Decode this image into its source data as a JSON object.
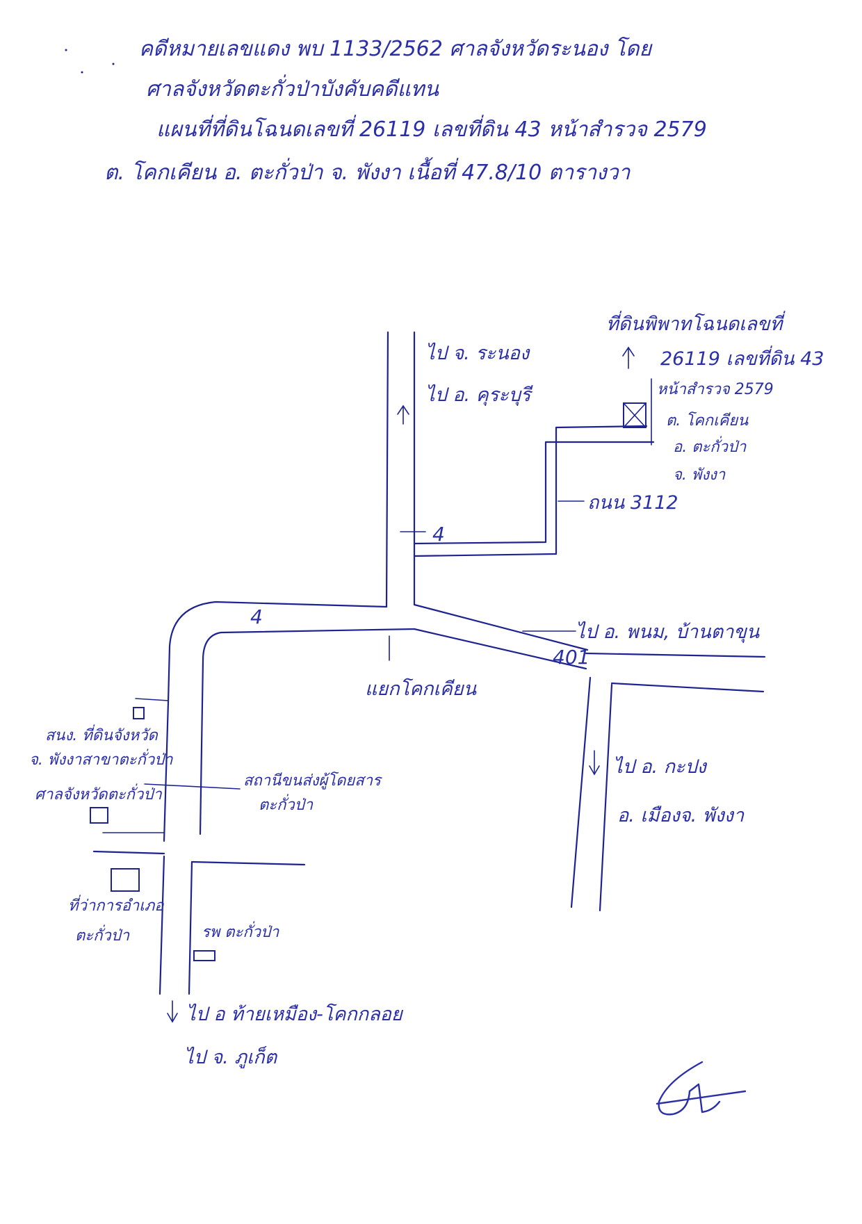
{
  "header": {
    "line1": "คดีหมายเลขแดง พบ 1133/2562 ศาลจังหวัดระนอง โดย",
    "line2": "ศาลจังหวัดตะกั่วป่าบังคับคดีแทน",
    "line3": "แผนที่ที่ดินโฉนดเลขที่ 26119 เลขที่ดิน 43 หน้าสำรวจ 2579",
    "line4": "ต. โคกเคียน อ. ตะกั่วป่า จ. พังงา เนื้อที่ 47.8/10 ตารางวา"
  },
  "map": {
    "north_label_1": "ไป จ. ระนอง",
    "north_label_2": "ไป อ. คุระบุรี",
    "target_1": "ที่ดินพิพาทโฉนดเลขที่",
    "target_2": "26119 เลขที่ดิน 43",
    "target_3": "หน้าสำรวจ 2579",
    "target_4": "ต. โคกเคียน",
    "target_5": "อ. ตะกั่วป่า",
    "target_6": "จ. พังงา",
    "road_3112": "ถนน 3112",
    "road_4_north": "4",
    "road_4_west": "4",
    "road_401": "401",
    "east_label": "ไป อ. พนม, บ้านตาขุน",
    "junction": "แยกโคกเคียน",
    "south_east_1": "ไป อ. กะปง",
    "south_east_2": "อ. เมืองจ. พังงา",
    "left_1": "สนง. ที่ดินจังหวัด",
    "left_2": "จ. พังงาสาขาตะกั่วป่า",
    "left_3": "ศาลจังหวัดตะกั่วป่า",
    "bus_1": "สถานีขนส่งผู้โดยสาร",
    "bus_2": "ตะกั่วป่า",
    "district_1": "ที่ว่าการอำเภอ",
    "district_2": "ตะกั่วป่า",
    "hospital": "รพ ตะกั่วป่า",
    "south_1": "ไป อ ท้ายเหมือง-โคกกลอย",
    "south_2": "ไป จ. ภูเก็ต",
    "signature": "ธร"
  },
  "colors": {
    "ink": "#1d2390",
    "paper": "#ffffff"
  }
}
